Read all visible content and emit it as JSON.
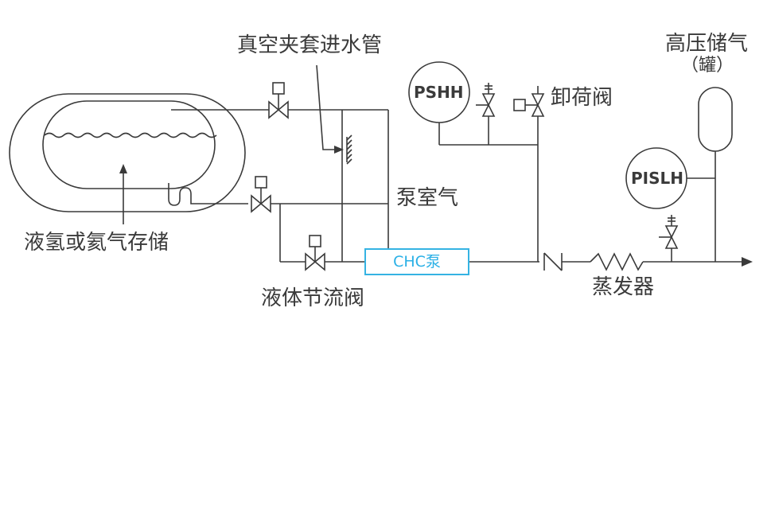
{
  "labels": {
    "vacuum_jacket_inlet": "真空夹套进水管",
    "high_pressure_storage": "高压储气",
    "high_pressure_storage_sub": "（罐）",
    "unloading_valve": "卸荷阀",
    "pump_vent": "泵室气",
    "storage_tank": "液氢或氦气存储",
    "throttle_valve": "液体节流阀",
    "evaporator": "蒸发器"
  },
  "instruments": {
    "pshh": "PSHH",
    "pislh": "PISLH"
  },
  "pump": {
    "label": "CHC泵"
  },
  "colors": {
    "line": "#3a3a3a",
    "pump_border": "#35b3e3",
    "pump_text": "#2ab0e6"
  }
}
